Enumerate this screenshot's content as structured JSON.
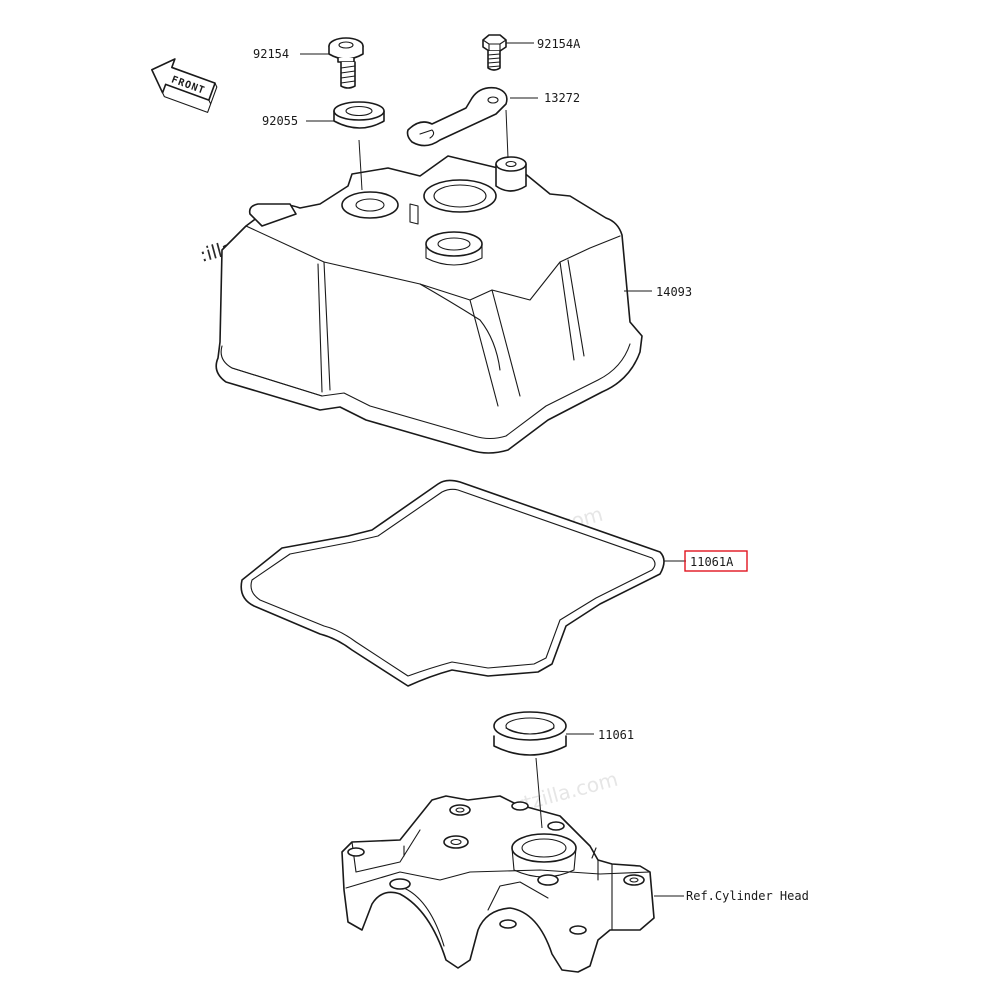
{
  "front_label": "FRONT",
  "watermark_text": "© Partzilla.com",
  "watermark_partial": ":illa.com",
  "highlight_color": "#e0141e",
  "callouts": {
    "bolt_washer": "92154",
    "bolt": "92154A",
    "bracket": "13272",
    "grommet": "92055",
    "cover": "14093",
    "cover_gasket": "11061A",
    "seal_ring": "11061",
    "cylinder_head": "Ref.Cylinder Head"
  }
}
